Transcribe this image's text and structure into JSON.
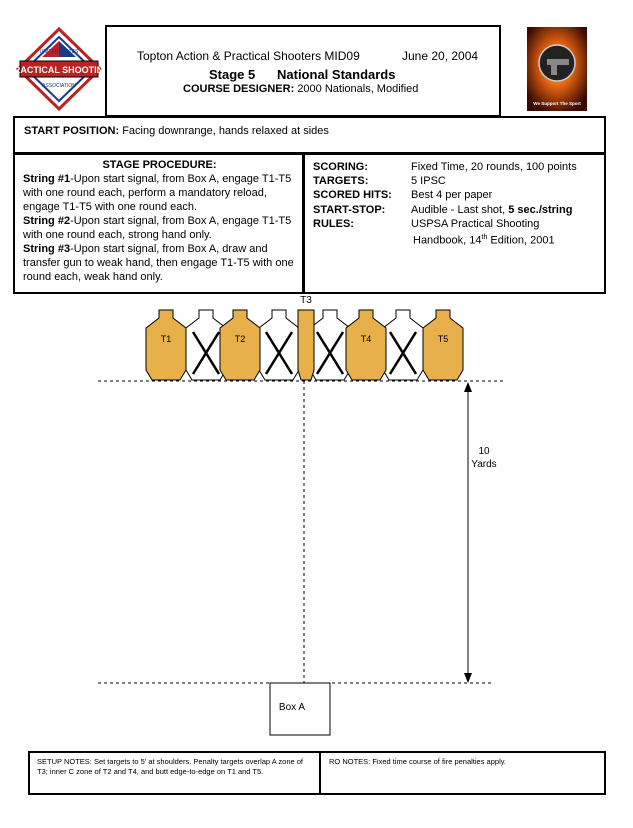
{
  "header": {
    "club": "Topton Action & Practical Shooters MID09",
    "date": "June 20, 2004",
    "stage_number": "Stage 5",
    "stage_name": "National Standards",
    "designer_label": "COURSE DESIGNER:",
    "designer_value": "2000 Nationals, Modified"
  },
  "logos": {
    "uspsa_top": "UNITED STATES",
    "uspsa_main": "PRACTICAL SHOOTING",
    "uspsa_bottom": "ASSOCIATION",
    "badge_text": "We Support The Sport"
  },
  "start_position": {
    "label": "START POSITION:",
    "text": "Facing downrange, hands relaxed at sides"
  },
  "procedure": {
    "title": "STAGE PROCEDURE:",
    "strings": [
      {
        "label": "String #1",
        "text": "-Upon start signal, from Box A, engage T1-T5 with one round each, perform a mandatory reload, engage T1-T5 with one round each."
      },
      {
        "label": "String #2",
        "text": "-Upon start signal, from Box A, engage T1-T5 with one round each, strong hand only."
      },
      {
        "label": "String #3",
        "text": "-Upon start signal, from Box A, draw and transfer gun to weak hand, then engage T1-T5 with one round each, weak hand only."
      }
    ]
  },
  "scoring": {
    "scoring_label": "SCORING:",
    "scoring_value": "Fixed Time, 20 rounds, 100 points",
    "targets_label": "TARGETS:",
    "targets_value": "5 IPSC",
    "hits_label": "SCORED HITS:",
    "hits_value": "Best 4 per paper",
    "startstop_label": "START-STOP:",
    "startstop_value": "Audible - Last shot, ",
    "startstop_bold": "5 sec./string",
    "rules_label": "RULES:",
    "rules_line1": "USPSA Practical Shooting",
    "rules_line2a": "Handbook, 14",
    "rules_sup": "th",
    "rules_line2b": " Edition, 2001"
  },
  "diagram": {
    "targets": [
      "T1",
      "T2",
      "T3",
      "T4",
      "T5"
    ],
    "distance_value": "10",
    "distance_unit": "Yards",
    "box_label": "Box A",
    "target_color": "#e8b04a",
    "penalty_color": "#ffffff"
  },
  "notes": {
    "setup": "SETUP NOTES: Set targets to 5' at shoulders.  Penalty targets overlap A zone of T3; inner C zone of T2 and T4, and butt edge-to-edge on T1 and T5.",
    "ro": "RO NOTES: Fixed time course of fire penalties apply."
  }
}
